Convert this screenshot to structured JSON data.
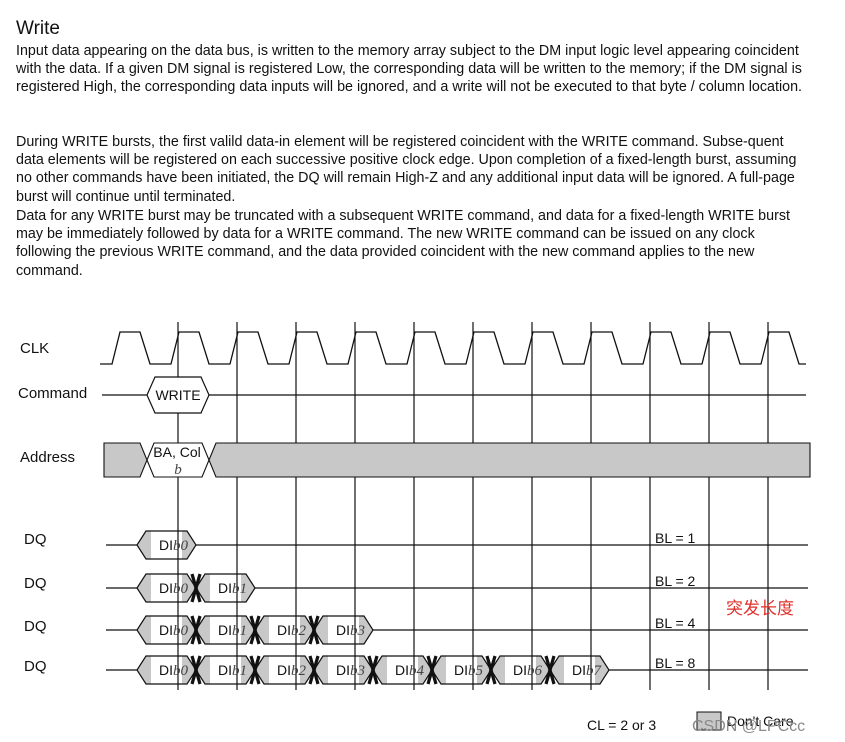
{
  "title": "Write",
  "paragraphs": [
    "Input data appearing on the data bus, is written to the memory array subject to the DM input logic level appearing coincident with the data. If a given DM signal is registered Low, the corresponding data will be written to the memory; if the DM signal is registered High, the corresponding data inputs will be ignored, and a write will not be executed to that byte / column location.",
    "During WRITE bursts, the first valild data-in element will be registered coincident with the WRITE command. Subse-quent data elements will be registered on each successive positive clock edge. Upon completion of a fixed-length burst, assuming no other commands have been initiated, the DQ will remain High-Z and any additional input data will be ignored. A full-page burst will continue until terminated.",
    "Data for any WRITE burst may be truncated with a subsequent WRITE command, and data for a fixed-length WRITE burst may be immediately followed by data for a WRITE command. The new WRITE command can be issued on any clock following the previous WRITE command, and the data provided coincident with the new command applies to the new command."
  ],
  "diagram": {
    "signals": {
      "clk": "CLK",
      "command": "Command",
      "address": "Address",
      "dq": "DQ"
    },
    "command_label": "WRITE",
    "address_label_line1": "BA, Col",
    "address_label_line2": "b",
    "cell_prefix": "DI",
    "burst_cells": [
      "b0",
      "b1",
      "b2",
      "b3",
      "b4",
      "b5",
      "b6",
      "b7"
    ],
    "rows": [
      {
        "signal": "DQ",
        "burst_length": 1,
        "label": "BL = 1"
      },
      {
        "signal": "DQ",
        "burst_length": 2,
        "label": "BL = 2"
      },
      {
        "signal": "DQ",
        "burst_length": 4,
        "label": "BL = 4"
      },
      {
        "signal": "DQ",
        "burst_length": 8,
        "label": "BL = 8"
      }
    ],
    "annotation_cn": "突发长度",
    "cl_label": "CL = 2 or 3",
    "legend_label": "Don't Care",
    "watermark": "CSDN @LPCcc",
    "colors": {
      "dont_care_fill": "#c8c8c8",
      "annotation": "#e0302a"
    }
  }
}
